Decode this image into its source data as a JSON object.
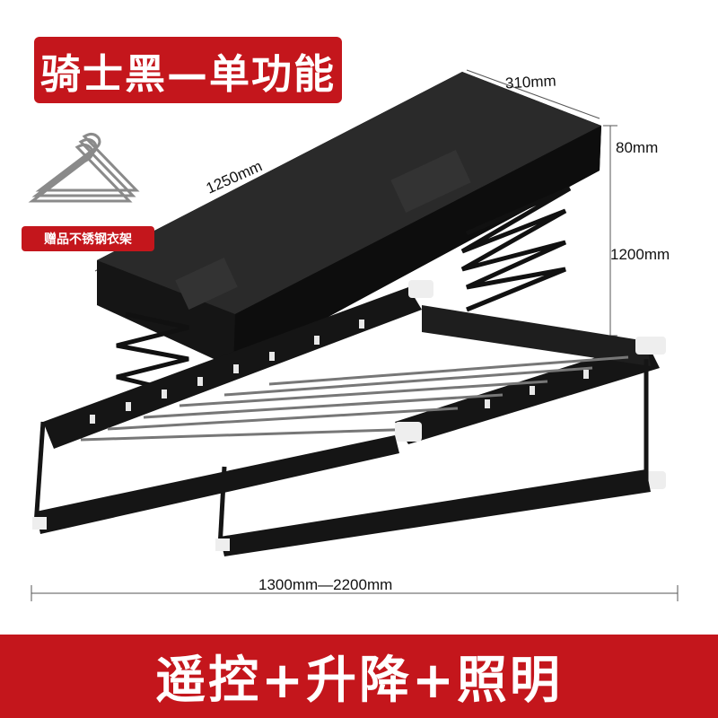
{
  "product": {
    "variant_badge": "骑士黑—单功能",
    "gift_label": "赠品不锈钢衣架",
    "features_banner": "遥控+升降+照明"
  },
  "dimensions": {
    "depth": "310mm",
    "length": "1250mm",
    "body_height": "80mm",
    "drop_height": "1200mm",
    "extend_range": "1300mm—2200mm"
  },
  "colors": {
    "brand_red": "#c4161c",
    "rack_black": "#151515",
    "accent_white": "#eeeeee"
  }
}
